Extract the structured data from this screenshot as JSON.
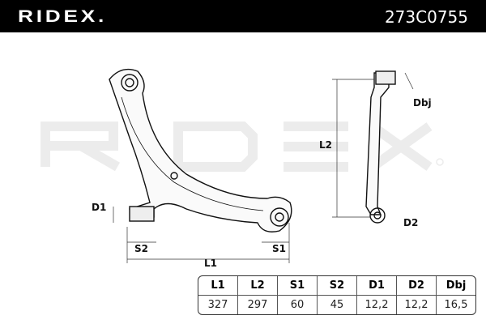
{
  "header": {
    "brand": "RIDEX.",
    "part_number": "273C0755"
  },
  "watermark": "RIDEX",
  "dimension_labels": {
    "D1": "D1",
    "S2": "S2",
    "S1": "S1",
    "L1": "L1",
    "L2": "L2",
    "D2": "D2",
    "Dbj": "Dbj"
  },
  "table": {
    "headers": [
      "L1",
      "L2",
      "S1",
      "S2",
      "D1",
      "D2",
      "Dbj"
    ],
    "values": [
      "327",
      "297",
      "60",
      "45",
      "12,2",
      "12,2",
      "16,5"
    ]
  }
}
